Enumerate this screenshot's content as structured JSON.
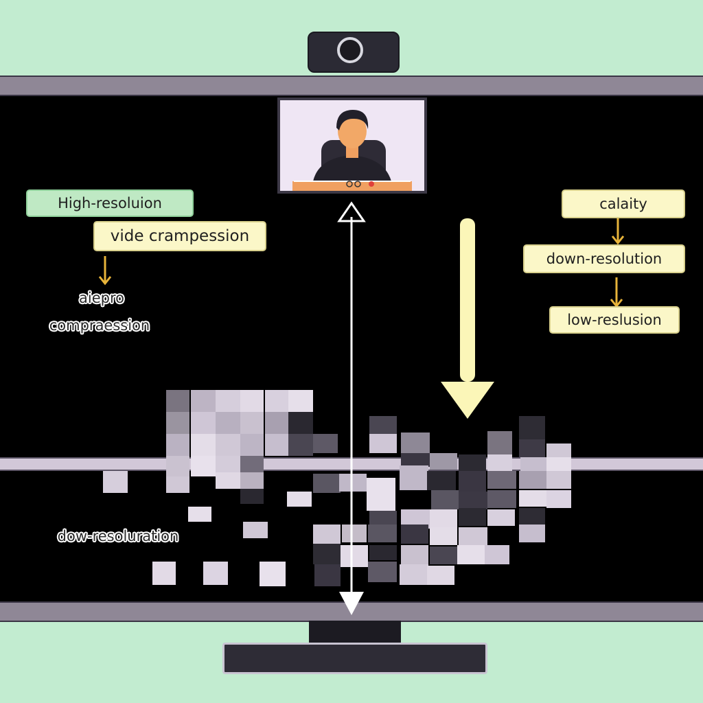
{
  "labels": {
    "high_resolution": "High-resoluion",
    "video_compression": "vide crampession",
    "aiepro": "aiepro",
    "compression": "compraession",
    "calaity": "calaity",
    "down_resolution": "down-resolution",
    "low_resolution": "low-reslusion",
    "dow_resoluration": "dow-resoluration"
  },
  "icons": {
    "webcam": "webcam-icon",
    "avatar": "person-avatar-icon",
    "monitor_stand": "monitor-stand-icon"
  },
  "colors": {
    "background": "#c2ecd0",
    "screen": "#000000",
    "bezel": "#8f8796",
    "label_green": "#bfe9c4",
    "label_yellow": "#fbf7c8",
    "arrow_yellow": "#fbf6b8",
    "arrow_white": "#ffffff"
  }
}
